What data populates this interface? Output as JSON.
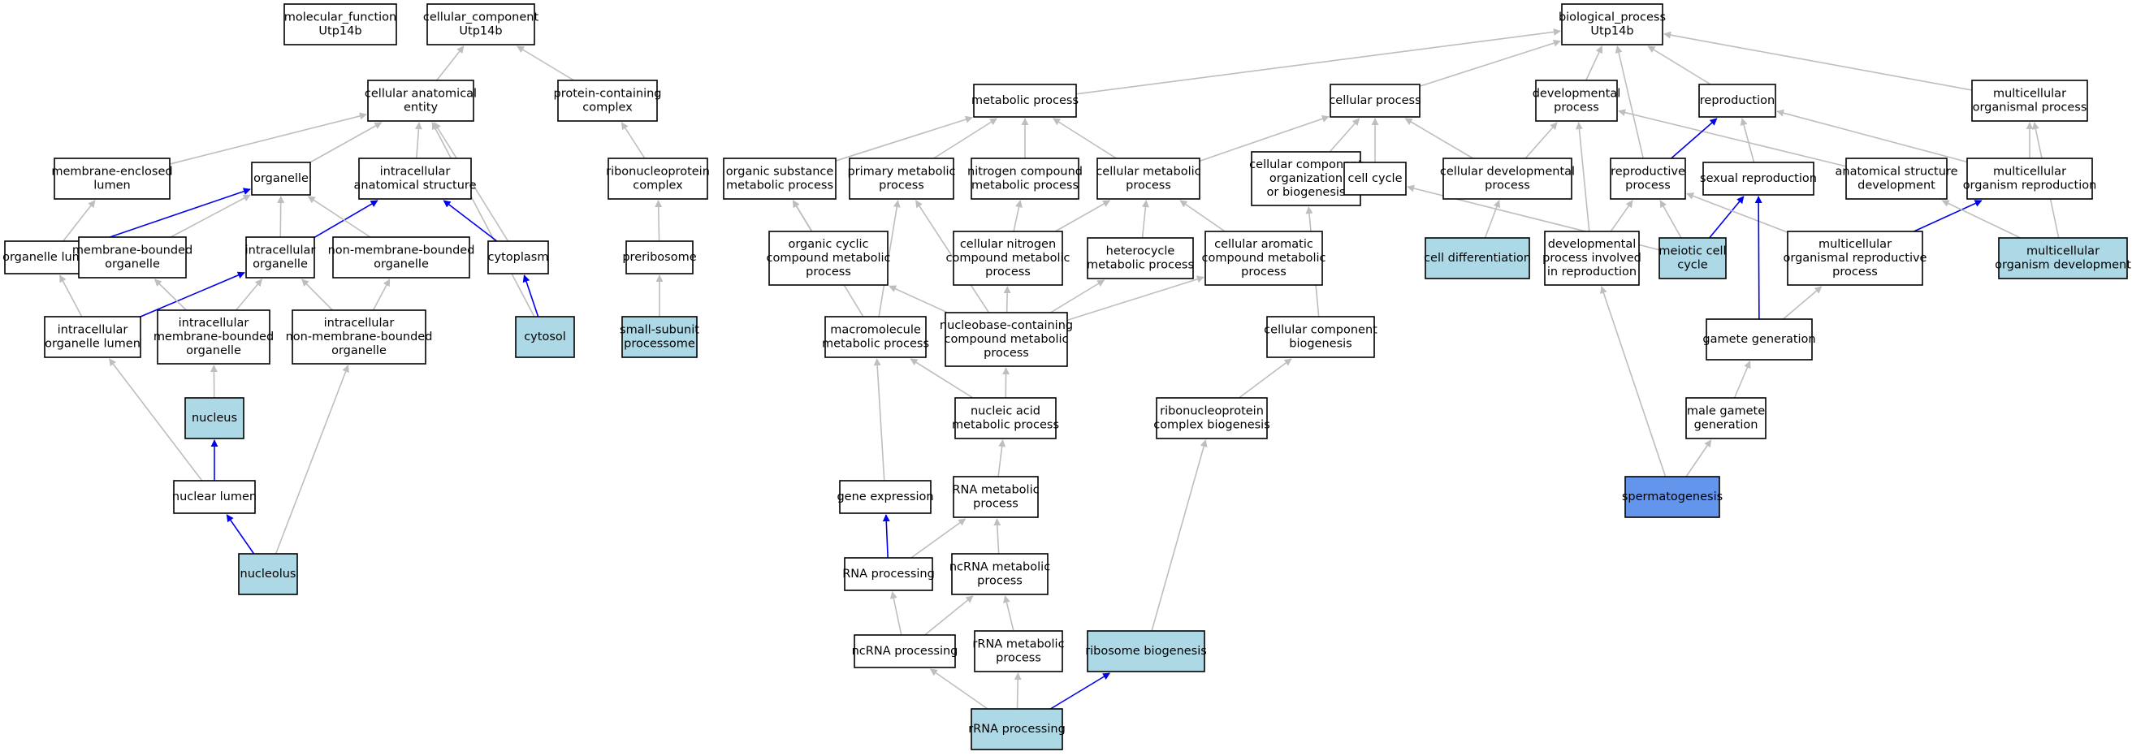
{
  "colors": {
    "node_default": "#ffffff",
    "node_light": "#add8e6",
    "node_highlight": "#6495ed",
    "edge_grey": "#bebebe",
    "edge_blue": "#0000ee"
  },
  "nodes": {
    "mf": {
      "lines": [
        "molecular_function",
        "Utp14b"
      ],
      "fill": "default"
    },
    "cc": {
      "lines": [
        "cellular_component",
        "Utp14b"
      ],
      "fill": "default"
    },
    "bp": {
      "lines": [
        "biological_process",
        "Utp14b"
      ],
      "fill": "default"
    },
    "cae": {
      "lines": [
        "cellular anatomical",
        "entity"
      ],
      "fill": "default"
    },
    "pcc": {
      "lines": [
        "protein-containing",
        "complex"
      ],
      "fill": "default"
    },
    "mel": {
      "lines": [
        "membrane-enclosed",
        "lumen"
      ],
      "fill": "default"
    },
    "org": {
      "lines": [
        "organelle"
      ],
      "fill": "default"
    },
    "ias": {
      "lines": [
        "intracellular",
        "anatomical structure"
      ],
      "fill": "default"
    },
    "rnpc": {
      "lines": [
        "ribonucleoprotein",
        "complex"
      ],
      "fill": "default"
    },
    "orglum": {
      "lines": [
        "organelle lumen"
      ],
      "fill": "default"
    },
    "mbo": {
      "lines": [
        "membrane-bounded",
        "organelle"
      ],
      "fill": "default"
    },
    "io": {
      "lines": [
        "intracellular",
        "organelle"
      ],
      "fill": "default"
    },
    "nmbo": {
      "lines": [
        "non-membrane-bounded",
        "organelle"
      ],
      "fill": "default"
    },
    "cyto": {
      "lines": [
        "cytoplasm"
      ],
      "fill": "default"
    },
    "prib": {
      "lines": [
        "preribosome"
      ],
      "fill": "default"
    },
    "iol": {
      "lines": [
        "intracellular",
        "organelle lumen"
      ],
      "fill": "default"
    },
    "imbo": {
      "lines": [
        "intracellular",
        "membrane-bounded",
        "organelle"
      ],
      "fill": "default"
    },
    "inmbo": {
      "lines": [
        "intracellular",
        "non-membrane-bounded",
        "organelle"
      ],
      "fill": "default"
    },
    "cytosol": {
      "lines": [
        "cytosol"
      ],
      "fill": "light"
    },
    "ssp": {
      "lines": [
        "small-subunit",
        "processome"
      ],
      "fill": "light"
    },
    "nucleus": {
      "lines": [
        "nucleus"
      ],
      "fill": "light"
    },
    "nuclum": {
      "lines": [
        "nuclear lumen"
      ],
      "fill": "default"
    },
    "nucleolus": {
      "lines": [
        "nucleolus"
      ],
      "fill": "light"
    },
    "metp": {
      "lines": [
        "metabolic process"
      ],
      "fill": "default"
    },
    "cellp": {
      "lines": [
        "cellular process"
      ],
      "fill": "default"
    },
    "devp": {
      "lines": [
        "developmental",
        "process"
      ],
      "fill": "default"
    },
    "repro": {
      "lines": [
        "reproduction"
      ],
      "fill": "default"
    },
    "mop": {
      "lines": [
        "multicellular",
        "organismal process"
      ],
      "fill": "default"
    },
    "osmp": {
      "lines": [
        "organic substance",
        "metabolic process"
      ],
      "fill": "default"
    },
    "pmp": {
      "lines": [
        "primary metabolic",
        "process"
      ],
      "fill": "default"
    },
    "ncmp": {
      "lines": [
        "nitrogen compound",
        "metabolic process"
      ],
      "fill": "default"
    },
    "cmp": {
      "lines": [
        "cellular metabolic",
        "process"
      ],
      "fill": "default"
    },
    "ccob": {
      "lines": [
        "cellular component",
        "organization",
        "or biogenesis"
      ],
      "fill": "default"
    },
    "cc2": {
      "lines": [
        "cell cycle"
      ],
      "fill": "default"
    },
    "cdp": {
      "lines": [
        "cellular developmental",
        "process"
      ],
      "fill": "default"
    },
    "rp": {
      "lines": [
        "reproductive",
        "process"
      ],
      "fill": "default"
    },
    "sr": {
      "lines": [
        "sexual reproduction"
      ],
      "fill": "default"
    },
    "asd": {
      "lines": [
        "anatomical structure",
        "development"
      ],
      "fill": "default"
    },
    "mor": {
      "lines": [
        "multicellular",
        "organism reproduction"
      ],
      "fill": "default"
    },
    "occmp": {
      "lines": [
        "organic cyclic",
        "compound metabolic",
        "process"
      ],
      "fill": "default"
    },
    "cncmp": {
      "lines": [
        "cellular nitrogen",
        "compound metabolic",
        "process"
      ],
      "fill": "default"
    },
    "hmp": {
      "lines": [
        "heterocycle",
        "metabolic process"
      ],
      "fill": "default"
    },
    "cacmp": {
      "lines": [
        "cellular aromatic",
        "compound metabolic",
        "process"
      ],
      "fill": "default"
    },
    "celldiff": {
      "lines": [
        "cell differentiation"
      ],
      "fill": "light"
    },
    "dpir": {
      "lines": [
        "developmental",
        "process involved",
        "in reproduction"
      ],
      "fill": "default"
    },
    "mcc": {
      "lines": [
        "meiotic cell",
        "cycle"
      ],
      "fill": "light"
    },
    "morp": {
      "lines": [
        "multicellular",
        "organismal reproductive",
        "process"
      ],
      "fill": "default"
    },
    "mod": {
      "lines": [
        "multicellular",
        "organism development"
      ],
      "fill": "light"
    },
    "mmp": {
      "lines": [
        "macromolecule",
        "metabolic process"
      ],
      "fill": "default"
    },
    "nbcmp": {
      "lines": [
        "nucleobase-containing",
        "compound metabolic",
        "process"
      ],
      "fill": "default"
    },
    "ccb": {
      "lines": [
        "cellular component",
        "biogenesis"
      ],
      "fill": "default"
    },
    "gg": {
      "lines": [
        "gamete generation"
      ],
      "fill": "default"
    },
    "namp": {
      "lines": [
        "nucleic acid",
        "metabolic process"
      ],
      "fill": "default"
    },
    "rnpcb": {
      "lines": [
        "ribonucleoprotein",
        "complex biogenesis"
      ],
      "fill": "default"
    },
    "mgg": {
      "lines": [
        "male gamete",
        "generation"
      ],
      "fill": "default"
    },
    "ge": {
      "lines": [
        "gene expression"
      ],
      "fill": "default"
    },
    "rnamp": {
      "lines": [
        "RNA metabolic",
        "process"
      ],
      "fill": "default"
    },
    "sperm": {
      "lines": [
        "spermatogenesis"
      ],
      "fill": "highlight"
    },
    "rnap": {
      "lines": [
        "RNA processing"
      ],
      "fill": "default"
    },
    "ncrnamp": {
      "lines": [
        "ncRNA metabolic",
        "process"
      ],
      "fill": "default"
    },
    "ncrnap": {
      "lines": [
        "ncRNA processing"
      ],
      "fill": "default"
    },
    "rrnamp": {
      "lines": [
        "rRNA metabolic",
        "process"
      ],
      "fill": "default"
    },
    "ribob": {
      "lines": [
        "ribosome biogenesis"
      ],
      "fill": "light"
    },
    "rrnap": {
      "lines": [
        "rRNA processing"
      ],
      "fill": "light"
    }
  },
  "edges": [
    [
      "cae",
      "cc",
      "grey"
    ],
    [
      "pcc",
      "cc",
      "grey"
    ],
    [
      "mel",
      "cae",
      "grey"
    ],
    [
      "org",
      "cae",
      "grey"
    ],
    [
      "ias",
      "cae",
      "grey"
    ],
    [
      "cyto",
      "cae",
      "grey"
    ],
    [
      "cytosol",
      "cae",
      "grey"
    ],
    [
      "rnpc",
      "pcc",
      "grey"
    ],
    [
      "prib",
      "rnpc",
      "grey"
    ],
    [
      "ssp",
      "prib",
      "grey"
    ],
    [
      "orglum",
      "mel",
      "grey"
    ],
    [
      "orglum",
      "org",
      "blue"
    ],
    [
      "mbo",
      "org",
      "grey"
    ],
    [
      "io",
      "org",
      "grey"
    ],
    [
      "io",
      "ias",
      "blue"
    ],
    [
      "nmbo",
      "org",
      "grey"
    ],
    [
      "cyto",
      "ias",
      "blue"
    ],
    [
      "cytosol",
      "cyto",
      "blue"
    ],
    [
      "iol",
      "orglum",
      "grey"
    ],
    [
      "iol",
      "io",
      "blue"
    ],
    [
      "imbo",
      "mbo",
      "grey"
    ],
    [
      "imbo",
      "io",
      "grey"
    ],
    [
      "inmbo",
      "io",
      "grey"
    ],
    [
      "inmbo",
      "nmbo",
      "grey"
    ],
    [
      "nucleus",
      "imbo",
      "grey"
    ],
    [
      "nuclum",
      "iol",
      "grey"
    ],
    [
      "nuclum",
      "nucleus",
      "blue"
    ],
    [
      "nucleolus",
      "nuclum",
      "blue"
    ],
    [
      "nucleolus",
      "inmbo",
      "grey"
    ],
    [
      "metp",
      "bp",
      "grey"
    ],
    [
      "cellp",
      "bp",
      "grey"
    ],
    [
      "devp",
      "bp",
      "grey"
    ],
    [
      "repro",
      "bp",
      "grey"
    ],
    [
      "mop",
      "bp",
      "grey"
    ],
    [
      "rp",
      "bp",
      "grey"
    ],
    [
      "osmp",
      "metp",
      "grey"
    ],
    [
      "pmp",
      "metp",
      "grey"
    ],
    [
      "ncmp",
      "metp",
      "grey"
    ],
    [
      "cmp",
      "metp",
      "grey"
    ],
    [
      "cmp",
      "cellp",
      "grey"
    ],
    [
      "ccob",
      "cellp",
      "grey"
    ],
    [
      "cc2",
      "cellp",
      "grey"
    ],
    [
      "cdp",
      "cellp",
      "grey"
    ],
    [
      "cdp",
      "devp",
      "grey"
    ],
    [
      "asd",
      "devp",
      "grey"
    ],
    [
      "dpir",
      "devp",
      "grey"
    ],
    [
      "rp",
      "repro",
      "blue"
    ],
    [
      "sr",
      "repro",
      "grey"
    ],
    [
      "mor",
      "repro",
      "grey"
    ],
    [
      "mor",
      "mop",
      "grey"
    ],
    [
      "mod",
      "mop",
      "grey"
    ],
    [
      "occmp",
      "osmp",
      "grey"
    ],
    [
      "cncmp",
      "cmp",
      "grey"
    ],
    [
      "cncmp",
      "ncmp",
      "grey"
    ],
    [
      "hmp",
      "cmp",
      "grey"
    ],
    [
      "cacmp",
      "cmp",
      "grey"
    ],
    [
      "celldiff",
      "cdp",
      "grey"
    ],
    [
      "dpir",
      "rp",
      "grey"
    ],
    [
      "mcc",
      "cc2",
      "grey"
    ],
    [
      "mcc",
      "rp",
      "grey"
    ],
    [
      "mcc",
      "sr",
      "blue"
    ],
    [
      "morp",
      "rp",
      "grey"
    ],
    [
      "morp",
      "mor",
      "blue"
    ],
    [
      "mod",
      "asd",
      "grey"
    ],
    [
      "mmp",
      "osmp",
      "grey"
    ],
    [
      "mmp",
      "pmp",
      "grey"
    ],
    [
      "nbcmp",
      "occmp",
      "grey"
    ],
    [
      "nbcmp",
      "cncmp",
      "grey"
    ],
    [
      "nbcmp",
      "hmp",
      "grey"
    ],
    [
      "nbcmp",
      "cacmp",
      "grey"
    ],
    [
      "nbcmp",
      "pmp",
      "grey"
    ],
    [
      "ccb",
      "ccob",
      "grey"
    ],
    [
      "gg",
      "morp",
      "grey"
    ],
    [
      "gg",
      "sr",
      "blue"
    ],
    [
      "namp",
      "mmp",
      "grey"
    ],
    [
      "namp",
      "nbcmp",
      "grey"
    ],
    [
      "rnpcb",
      "ccb",
      "grey"
    ],
    [
      "mgg",
      "gg",
      "grey"
    ],
    [
      "ge",
      "mmp",
      "grey"
    ],
    [
      "rnamp",
      "namp",
      "grey"
    ],
    [
      "sperm",
      "mgg",
      "grey"
    ],
    [
      "sperm",
      "dpir",
      "grey"
    ],
    [
      "rnap",
      "ge",
      "blue"
    ],
    [
      "rnap",
      "rnamp",
      "grey"
    ],
    [
      "ncrnamp",
      "rnamp",
      "grey"
    ],
    [
      "ncrnap",
      "rnap",
      "grey"
    ],
    [
      "ncrnap",
      "ncrnamp",
      "grey"
    ],
    [
      "rrnamp",
      "ncrnamp",
      "grey"
    ],
    [
      "ribob",
      "rnpcb",
      "grey"
    ],
    [
      "rrnap",
      "ncrnap",
      "grey"
    ],
    [
      "rrnap",
      "rrnamp",
      "grey"
    ],
    [
      "rrnap",
      "ribob",
      "blue"
    ]
  ]
}
